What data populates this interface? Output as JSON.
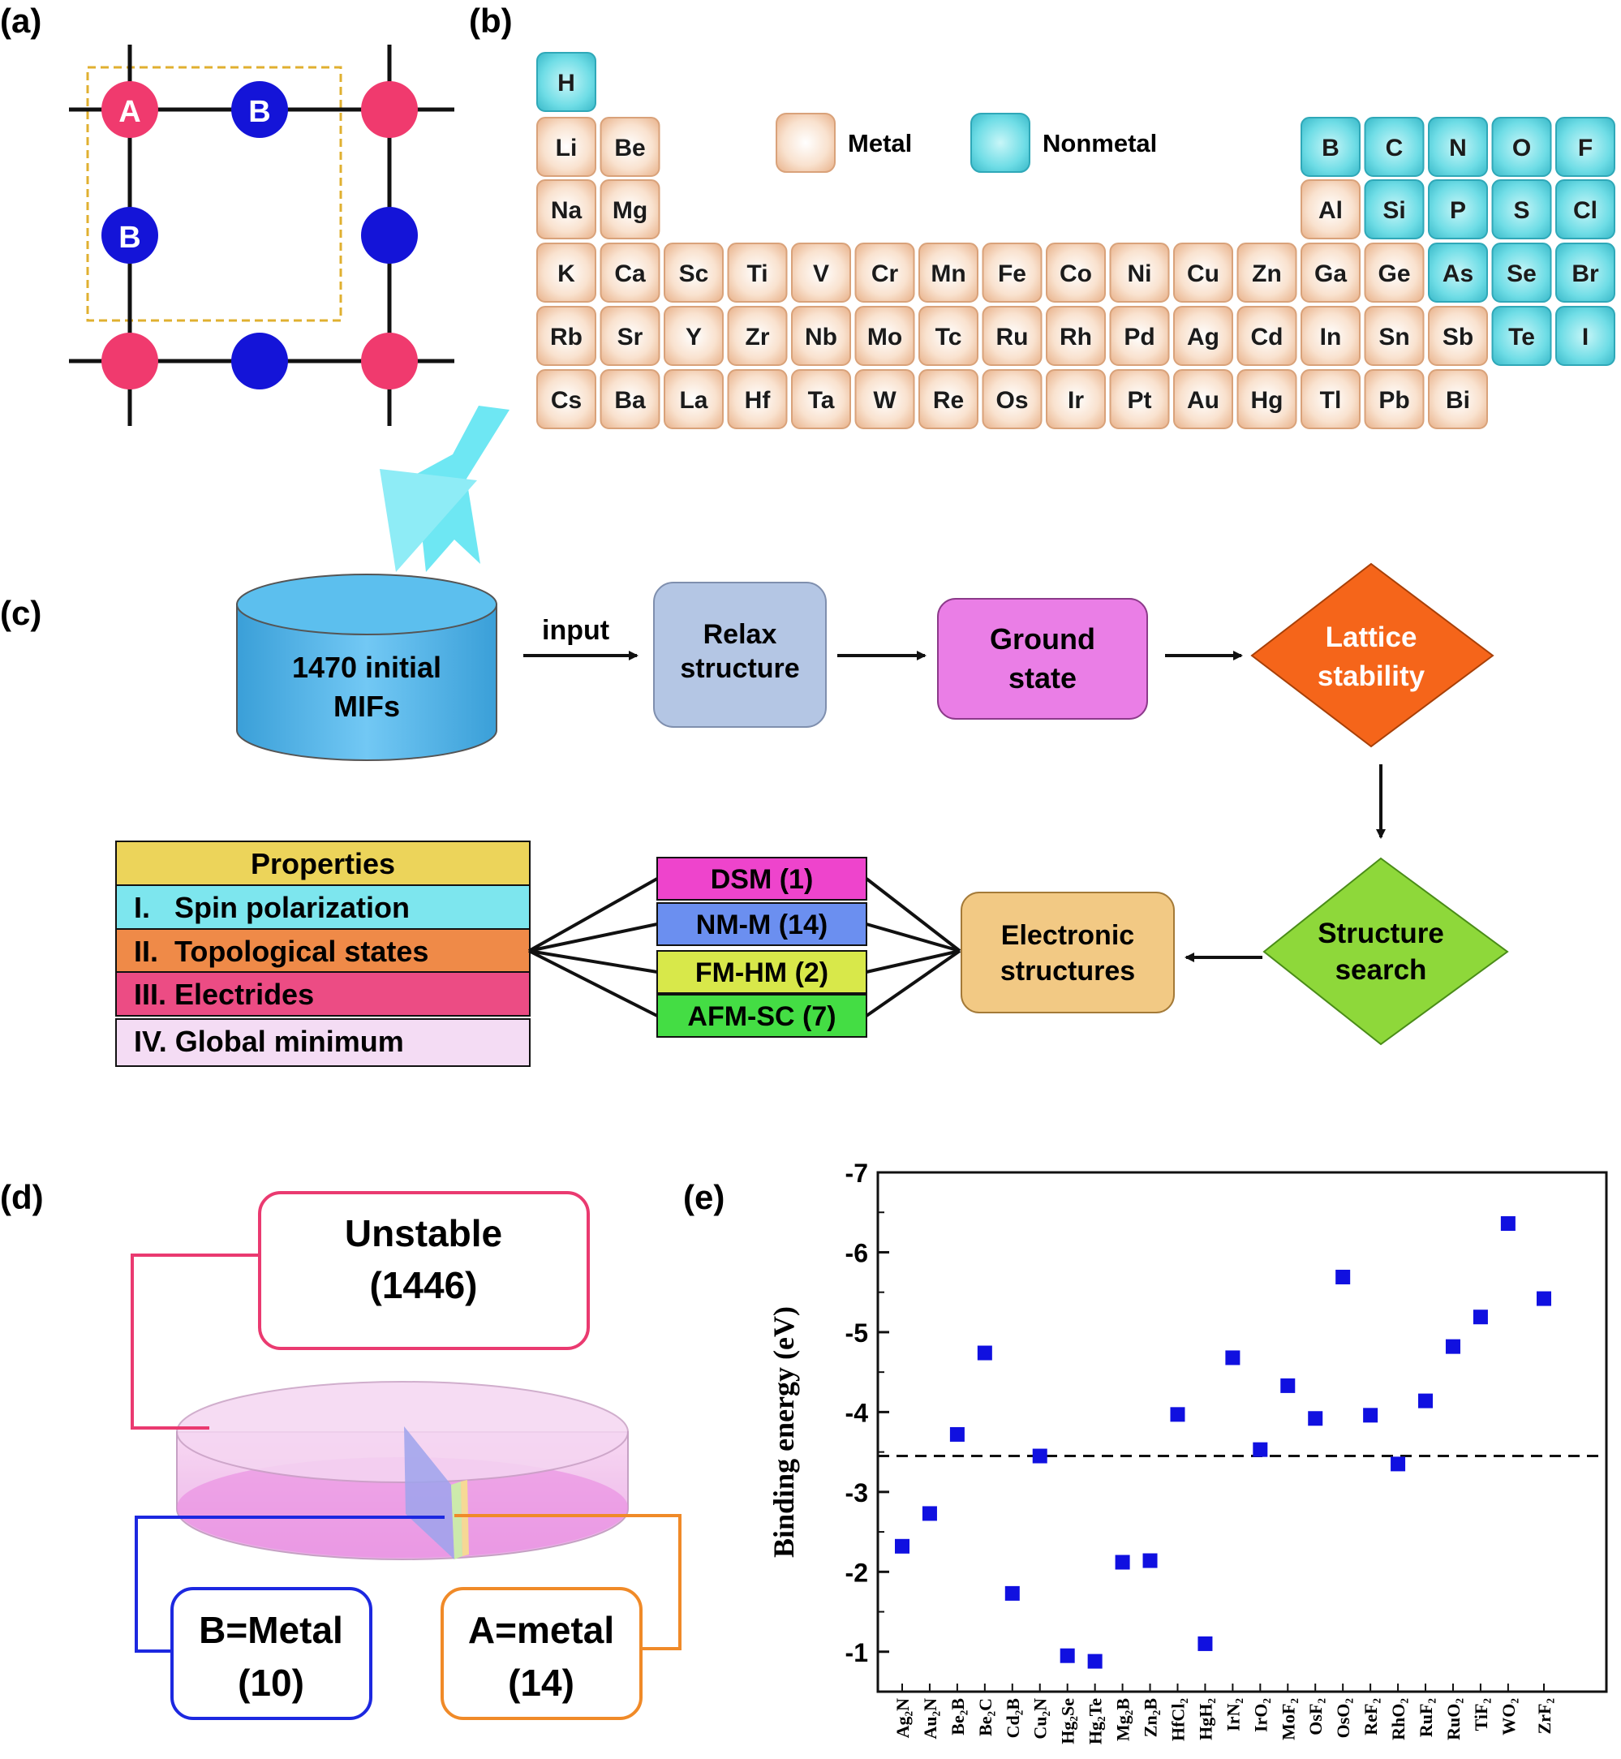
{
  "panels": {
    "a": "(a)",
    "b": "(b)",
    "c": "(c)",
    "d": "(d)",
    "e": "(e)"
  },
  "panel_a": {
    "site_a": "A",
    "site_b": "B",
    "color_a": "#f03a6e",
    "color_b": "#1414d8"
  },
  "panel_b": {
    "legend": {
      "metal": "Metal",
      "nonmetal": "Nonmetal"
    },
    "colors": {
      "metal": "#f3c9a6",
      "nonmetal": "#63dde6"
    },
    "rows": [
      [
        {
          "s": "H",
          "t": "n"
        }
      ],
      [
        {
          "s": "Li",
          "t": "m"
        },
        {
          "s": "Be",
          "t": "m"
        },
        {
          "s": "B",
          "t": "n"
        },
        {
          "s": "C",
          "t": "n"
        },
        {
          "s": "N",
          "t": "n"
        },
        {
          "s": "O",
          "t": "n"
        },
        {
          "s": "F",
          "t": "n"
        }
      ],
      [
        {
          "s": "Na",
          "t": "m"
        },
        {
          "s": "Mg",
          "t": "m"
        },
        {
          "s": "Al",
          "t": "m"
        },
        {
          "s": "Si",
          "t": "n"
        },
        {
          "s": "P",
          "t": "n"
        },
        {
          "s": "S",
          "t": "n"
        },
        {
          "s": "Cl",
          "t": "n"
        }
      ],
      [
        {
          "s": "K",
          "t": "m"
        },
        {
          "s": "Ca",
          "t": "m"
        },
        {
          "s": "Sc",
          "t": "m"
        },
        {
          "s": "Ti",
          "t": "m"
        },
        {
          "s": "V",
          "t": "m"
        },
        {
          "s": "Cr",
          "t": "m"
        },
        {
          "s": "Mn",
          "t": "m"
        },
        {
          "s": "Fe",
          "t": "m"
        },
        {
          "s": "Co",
          "t": "m"
        },
        {
          "s": "Ni",
          "t": "m"
        },
        {
          "s": "Cu",
          "t": "m"
        },
        {
          "s": "Zn",
          "t": "m"
        },
        {
          "s": "Ga",
          "t": "m"
        },
        {
          "s": "Ge",
          "t": "m"
        },
        {
          "s": "As",
          "t": "n"
        },
        {
          "s": "Se",
          "t": "n"
        },
        {
          "s": "Br",
          "t": "n"
        }
      ],
      [
        {
          "s": "Rb",
          "t": "m"
        },
        {
          "s": "Sr",
          "t": "m"
        },
        {
          "s": "Y",
          "t": "m"
        },
        {
          "s": "Zr",
          "t": "m"
        },
        {
          "s": "Nb",
          "t": "m"
        },
        {
          "s": "Mo",
          "t": "m"
        },
        {
          "s": "Tc",
          "t": "m"
        },
        {
          "s": "Ru",
          "t": "m"
        },
        {
          "s": "Rh",
          "t": "m"
        },
        {
          "s": "Pd",
          "t": "m"
        },
        {
          "s": "Ag",
          "t": "m"
        },
        {
          "s": "Cd",
          "t": "m"
        },
        {
          "s": "In",
          "t": "m"
        },
        {
          "s": "Sn",
          "t": "m"
        },
        {
          "s": "Sb",
          "t": "m"
        },
        {
          "s": "Te",
          "t": "n"
        },
        {
          "s": "I",
          "t": "n"
        }
      ],
      [
        {
          "s": "Cs",
          "t": "m"
        },
        {
          "s": "Ba",
          "t": "m"
        },
        {
          "s": "La",
          "t": "m"
        },
        {
          "s": "Hf",
          "t": "m"
        },
        {
          "s": "Ta",
          "t": "m"
        },
        {
          "s": "W",
          "t": "m"
        },
        {
          "s": "Re",
          "t": "m"
        },
        {
          "s": "Os",
          "t": "m"
        },
        {
          "s": "Ir",
          "t": "m"
        },
        {
          "s": "Pt",
          "t": "m"
        },
        {
          "s": "Au",
          "t": "m"
        },
        {
          "s": "Hg",
          "t": "m"
        },
        {
          "s": "Tl",
          "t": "m"
        },
        {
          "s": "Pb",
          "t": "m"
        },
        {
          "s": "Bi",
          "t": "m"
        }
      ]
    ]
  },
  "panel_c": {
    "database": [
      "1470 initial",
      "MIFs"
    ],
    "input_label": "input",
    "relax": [
      "Relax",
      "structure"
    ],
    "ground": [
      "Ground",
      "state"
    ],
    "lattice": [
      "Lattice",
      "stability"
    ],
    "search": [
      "Structure",
      "search"
    ],
    "electronic": [
      "Electronic",
      "structures"
    ],
    "classes": [
      {
        "label": "DSM (1)",
        "color": "#ee44cc"
      },
      {
        "label": "NM-M (14)",
        "color": "#6b8ff0"
      },
      {
        "label": "FM-HM (2)",
        "color": "#d8e84a"
      },
      {
        "label": "AFM-SC (7)",
        "color": "#44dd44"
      }
    ],
    "properties": [
      {
        "label": "Properties",
        "color": "#ecd45a"
      },
      {
        "label": "I.   Spin polarization",
        "color": "#7de6ee"
      },
      {
        "label": "II.  Topological states",
        "color": "#ef8a48"
      },
      {
        "label": "III. Electrides",
        "color": "#ec4c84"
      },
      {
        "label": "IV. Global minimum",
        "color": "#f4dcf4"
      }
    ]
  },
  "panel_d": {
    "unstable": [
      "Unstable",
      "(1446)"
    ],
    "b_metal": [
      "B=Metal",
      "(10)"
    ],
    "a_metal": [
      "A=metal",
      "(14)"
    ]
  },
  "chart_data": {
    "type": "scatter",
    "ylabel": "Binding energy (eV)",
    "ylim": [
      -0.5,
      -7
    ],
    "yticks": [
      -1,
      -2,
      -3,
      -4,
      -5,
      -6,
      -7
    ],
    "threshold": -3.45,
    "marker_color": "#1010e0",
    "points": [
      {
        "label": "Ag₂N",
        "y": -2.32
      },
      {
        "label": "Au₂N",
        "y": -2.73
      },
      {
        "label": "Be₂B",
        "y": -3.72
      },
      {
        "label": "Be₂C",
        "y": -4.74
      },
      {
        "label": "Cd₂B",
        "y": -1.73
      },
      {
        "label": "Cu₂N",
        "y": -3.45
      },
      {
        "label": "Hg₂Se",
        "y": -0.95
      },
      {
        "label": "Hg₂Te",
        "y": -0.88
      },
      {
        "label": "Mg₂B",
        "y": -2.12
      },
      {
        "label": "Zn₂B",
        "y": -2.14
      },
      {
        "label": "HfCl₂",
        "y": -3.97
      },
      {
        "label": "HgH₂",
        "y": -1.1
      },
      {
        "label": "IrN₂",
        "y": -4.68
      },
      {
        "label": "IrO₂",
        "y": -3.53
      },
      {
        "label": "MoF₂",
        "y": -4.33
      },
      {
        "label": "OsF₂",
        "y": -3.92
      },
      {
        "label": "OsO₂",
        "y": -5.69
      },
      {
        "label": "ReF₂",
        "y": -3.96
      },
      {
        "label": "RhO₂",
        "y": -3.35
      },
      {
        "label": "RuF₂",
        "y": -4.14
      },
      {
        "label": "RuO₂",
        "y": -4.82
      },
      {
        "label": "TiF₂",
        "y": -5.19
      },
      {
        "label": "WO₂",
        "y": -6.36
      },
      {
        "label": "ZrF₂",
        "y": -5.42
      }
    ]
  }
}
